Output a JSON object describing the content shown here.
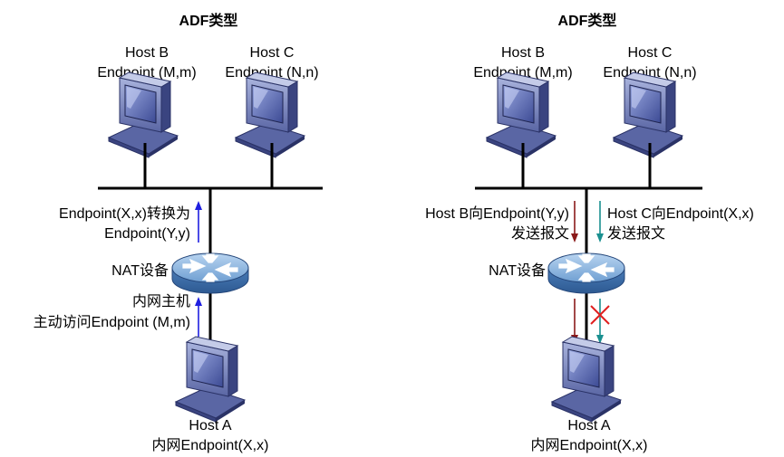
{
  "colors": {
    "arrow_blue": "#1f1fe0",
    "arrow_darkred": "#8b1a1a",
    "arrow_teal": "#1a9090",
    "cross_red": "#e02020",
    "router_body": "#7aaad8",
    "router_dark": "#3a6ea8",
    "pc_screen": "#5a6aa8",
    "pc_body": "#8a96c8"
  },
  "left": {
    "title": "ADF类型",
    "host_b": {
      "name": "Host B",
      "endpoint": "Endpoint (M,m)"
    },
    "host_c": {
      "name": "Host C",
      "endpoint": "Endpoint (N,n)"
    },
    "translate_line1": "Endpoint(X,x)转换为",
    "translate_line2": "Endpoint(Y,y)",
    "nat_label": "NAT设备",
    "access_line1": "内网主机",
    "access_line2": "主动访问Endpoint (M,m)",
    "host_a": {
      "name": "Host A",
      "endpoint": "内网Endpoint(X,x)"
    }
  },
  "right": {
    "title": "ADF类型",
    "host_b": {
      "name": "Host B",
      "endpoint": "Endpoint (M,m)"
    },
    "host_c": {
      "name": "Host C",
      "endpoint": "Endpoint (N,n)"
    },
    "b_send_line1": "Host B向Endpoint(Y,y)",
    "b_send_line2": "发送报文",
    "c_send_line1": "Host C向Endpoint(X,x)",
    "c_send_line2": "发送报文",
    "nat_label": "NAT设备",
    "host_a": {
      "name": "Host A",
      "endpoint": "内网Endpoint(X,x)"
    }
  }
}
